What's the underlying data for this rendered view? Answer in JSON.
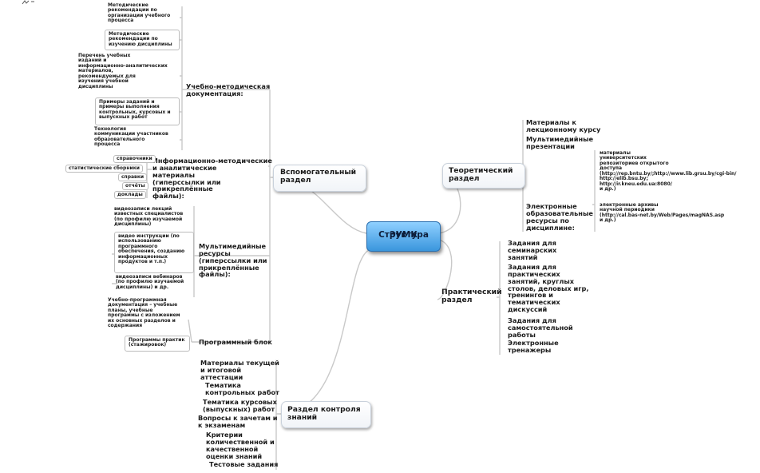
{
  "root": {
    "line1": "Структура",
    "line2": "ЭУМК"
  },
  "left": {
    "aux": {
      "title": {
        "line1": "Вспомогательный",
        "line2": "раздел"
      },
      "umd": {
        "label": {
          "line1": "Учебно-методическая",
          "line2": "документация:"
        },
        "items": {
          "i1": [
            "Методические",
            "рекомендации по",
            "организации учебного",
            "процесса"
          ],
          "i2": [
            "Методические",
            "рекомендации по",
            "изучению дисциплины"
          ],
          "i3": [
            "Перечень учебных",
            "изданий и",
            "информационно-аналитических",
            "материалов,",
            "рекомендуемых для",
            "изучения учебной",
            "дисциплины"
          ],
          "i4": [
            "Примеры заданий и",
            "примеры выполнения",
            "контрольных, курсовых и",
            "выпускных работ"
          ],
          "i5": [
            "Технология",
            "коммуникации участников",
            "образовательного",
            "процесса"
          ]
        }
      },
      "ima": {
        "label": [
          "Информационно-методические",
          "и аналитические",
          "материалы",
          "(гиперссылки или",
          "прикреплённые",
          "файлы):"
        ],
        "items": [
          "справочники",
          "статистические сборники",
          "справки",
          "отчёты",
          "доклады"
        ]
      },
      "media": {
        "label": [
          "Мультимедийные",
          "ресурсы",
          "(гиперссылки или",
          "прикреплённые",
          "файлы):"
        ],
        "items": {
          "v1": [
            "видеозаписи лекций",
            "известных специалистов",
            "(по профилю изучаемой",
            "дисциплины)"
          ],
          "v2": [
            "видео инструкции (по",
            "использованию",
            "программного",
            "обеспечения, созданию",
            "информационных",
            "продуктов и т.п.)"
          ],
          "v3": [
            "видеозаписи вебинаров",
            "(по профилю изучаемой",
            "дисциплины) и др."
          ]
        }
      },
      "prog": {
        "label": "Программный блок",
        "items": {
          "p1": [
            "Учебно-программная",
            "документация – учебные",
            "планы, учебные",
            "программы с изложением",
            "их основных разделов и",
            "содержания"
          ],
          "p2": [
            "Программы практик",
            "(стажировок)"
          ]
        }
      }
    },
    "control": {
      "title": {
        "line1": "Раздел контроля",
        "line2": "знаний"
      },
      "items": {
        "c1": [
          "Материалы текущей",
          "и итоговой",
          "аттестации"
        ],
        "c2": [
          "Тематика",
          "контрольных работ"
        ],
        "c3": [
          "Тематика курсовых",
          "(выпускных) работ"
        ],
        "c4": [
          "Вопросы к зачетам и",
          "к экзаменам"
        ],
        "c5": [
          "Критерии",
          "количественной и",
          "качественной",
          "оценки знаний"
        ],
        "c6": [
          "Тестовые задания"
        ]
      }
    }
  },
  "right": {
    "theory": {
      "title": {
        "line1": "Теоретический",
        "line2": "раздел"
      },
      "items": {
        "t1": [
          "Материалы к",
          "лекционному курсу"
        ],
        "t2": [
          "Мультимедийные",
          "презентации"
        ],
        "t3": [
          "Электронные",
          "образовательные",
          "ресурсы по",
          "дисциплине:"
        ]
      },
      "eor": {
        "e1": [
          "материалы",
          "университетских",
          "репозиториев открытого",
          "доступа",
          "(http://rep.bntu.by/;http://www.lib.grsu.by/cgi-bin/",
          "http://elib.bsu.by;",
          "http://ir.kneu.edu.ua:8080/",
          "и др.)"
        ],
        "e2": [
          "электронные архивы",
          "научной периодики",
          "(http://cal.bas-net.by/Web/Pages/magNAS.asp",
          "и др.)"
        ]
      }
    },
    "practice": {
      "title": {
        "line1": "Практический",
        "line2": "раздел"
      },
      "items": {
        "r1": [
          "Задания для",
          "семинарских",
          "занятий"
        ],
        "r2": [
          "Задания для",
          "практических",
          "занятий, круглых",
          "столов, деловых игр,",
          "тренингов и",
          "тематических",
          "дискуссий"
        ],
        "r3": [
          "Задания для",
          "самостоятельной",
          "работы"
        ],
        "r4": [
          "Электронные",
          "тренажеры"
        ]
      }
    }
  },
  "colors": {
    "root_top": "#8fd0ff",
    "root_bottom": "#3a96dd",
    "link": "#c8c8c8",
    "text": "#1b1b1b"
  }
}
